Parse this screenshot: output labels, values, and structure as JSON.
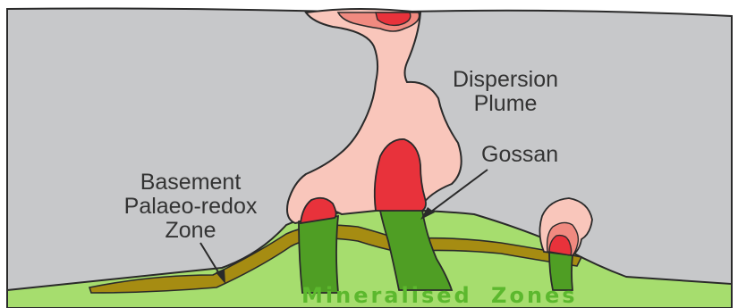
{
  "labels": {
    "dispersion_line1": "Dispersion",
    "dispersion_line2": "Plume",
    "gossan": "Gossan",
    "basement_line1": "Basement",
    "basement_line2": "Palaeo-redox",
    "basement_line3": "Zone",
    "mineralised": "Mineralised Zones"
  },
  "colors": {
    "cover": "#c7c8ca",
    "basement": "#a6dd6e",
    "plume": "#f9c6bb",
    "plume_core": "#f08a80",
    "gossan": "#e8323b",
    "mineral_zone": "#4f9e24",
    "redox_zone": "#a68c12",
    "outline": "#2a2a2a",
    "mineralised_text": "#5cb82e"
  }
}
